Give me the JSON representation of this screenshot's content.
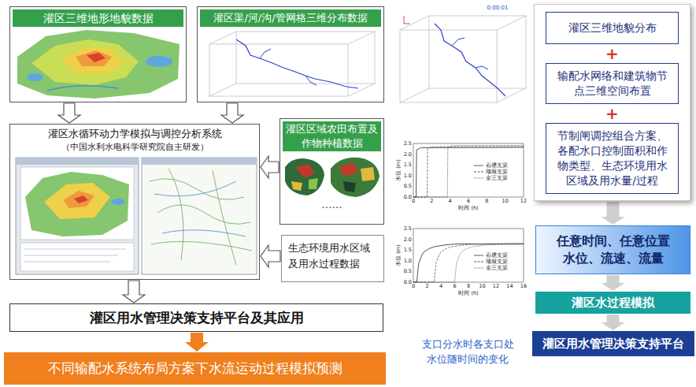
{
  "diagram": {
    "nodes": [
      {
        "text": [
          "灌区三维地形地貌数据"
        ]
      },
      {
        "text": [
          "灌区渠/河/沟/管网格三维分布数据"
        ]
      },
      {
        "text": [
          "灌区水循环动力学模拟与调控分析系统",
          "（中国水利水电科学研究院自主研发）"
        ]
      },
      {
        "text": [
          "灌区区域农田布置及作物种植数据",
          "……"
        ]
      },
      {
        "text": [
          "生态环境用水区域及用水过程数据"
        ]
      },
      {
        "text": [
          "灌区用水管理决策支持平台及其应用"
        ]
      },
      {
        "text": [
          "不同输配水系统布局方案下水流运动过程模拟预测"
        ]
      },
      {
        "text": [
          "+",
          "+"
        ]
      },
      {
        "text": [
          "灌区三维地貌分布"
        ],
        "in": 7
      },
      {
        "text": [
          "输配水网络和建筑物节点三维空间布置"
        ],
        "in": 7
      },
      {
        "text": [
          "节制闸调控组合方案、各配水口控制面积和作物类型、生态环境用水区域及用水量/过程"
        ],
        "in": 7
      },
      {
        "text": [
          "任意时间、任意位置 水位、流速、流量"
        ]
      },
      {
        "text": [
          "灌区水过程模拟"
        ]
      },
      {
        "text": [
          "灌区用水管理决策支持平台"
        ]
      }
    ],
    "edges": [
      {
        "from": 0,
        "to": 2,
        "arrow": "to"
      },
      {
        "from": 1,
        "to": 2,
        "arrow": "to"
      },
      {
        "from": 3,
        "to": 2,
        "arrow": "to"
      },
      {
        "from": 4,
        "to": 2,
        "arrow": "to"
      },
      {
        "from": 2,
        "to": 5,
        "arrow": "to"
      },
      {
        "from": 5,
        "to": 6,
        "arrow": "to"
      },
      {
        "from": 7,
        "to": 11,
        "arrow": "to"
      },
      {
        "from": 11,
        "to": 12,
        "arrow": "to"
      },
      {
        "from": 12,
        "to": 13,
        "arrow": "to"
      }
    ],
    "labels": [
      "0:00:01",
      "0.0",
      "0.5",
      "1.0",
      "1.5",
      "2.0",
      "2.5",
      "0",
      "2",
      "4",
      "6",
      "8",
      "10",
      "12",
      "水位 (m)",
      "时间 (h)",
      "0.0",
      "0.5",
      "1.0",
      "1.5",
      "2.0",
      "2.5",
      "0",
      "2",
      "4",
      "6",
      "8",
      "10",
      "12",
      "14",
      "16",
      "水位 (m)",
      "时间 (h)",
      "支口分水时各支口处水位随时间的变化"
    ],
    "legend": [
      {
        "text": "石塘支渠"
      },
      {
        "text": "瑞堰支渠"
      },
      {
        "text": "金三支渠"
      },
      {
        "text": "石塘支渠"
      },
      {
        "text": "瑞堰支渠"
      },
      {
        "text": "金三支渠"
      }
    ]
  }
}
